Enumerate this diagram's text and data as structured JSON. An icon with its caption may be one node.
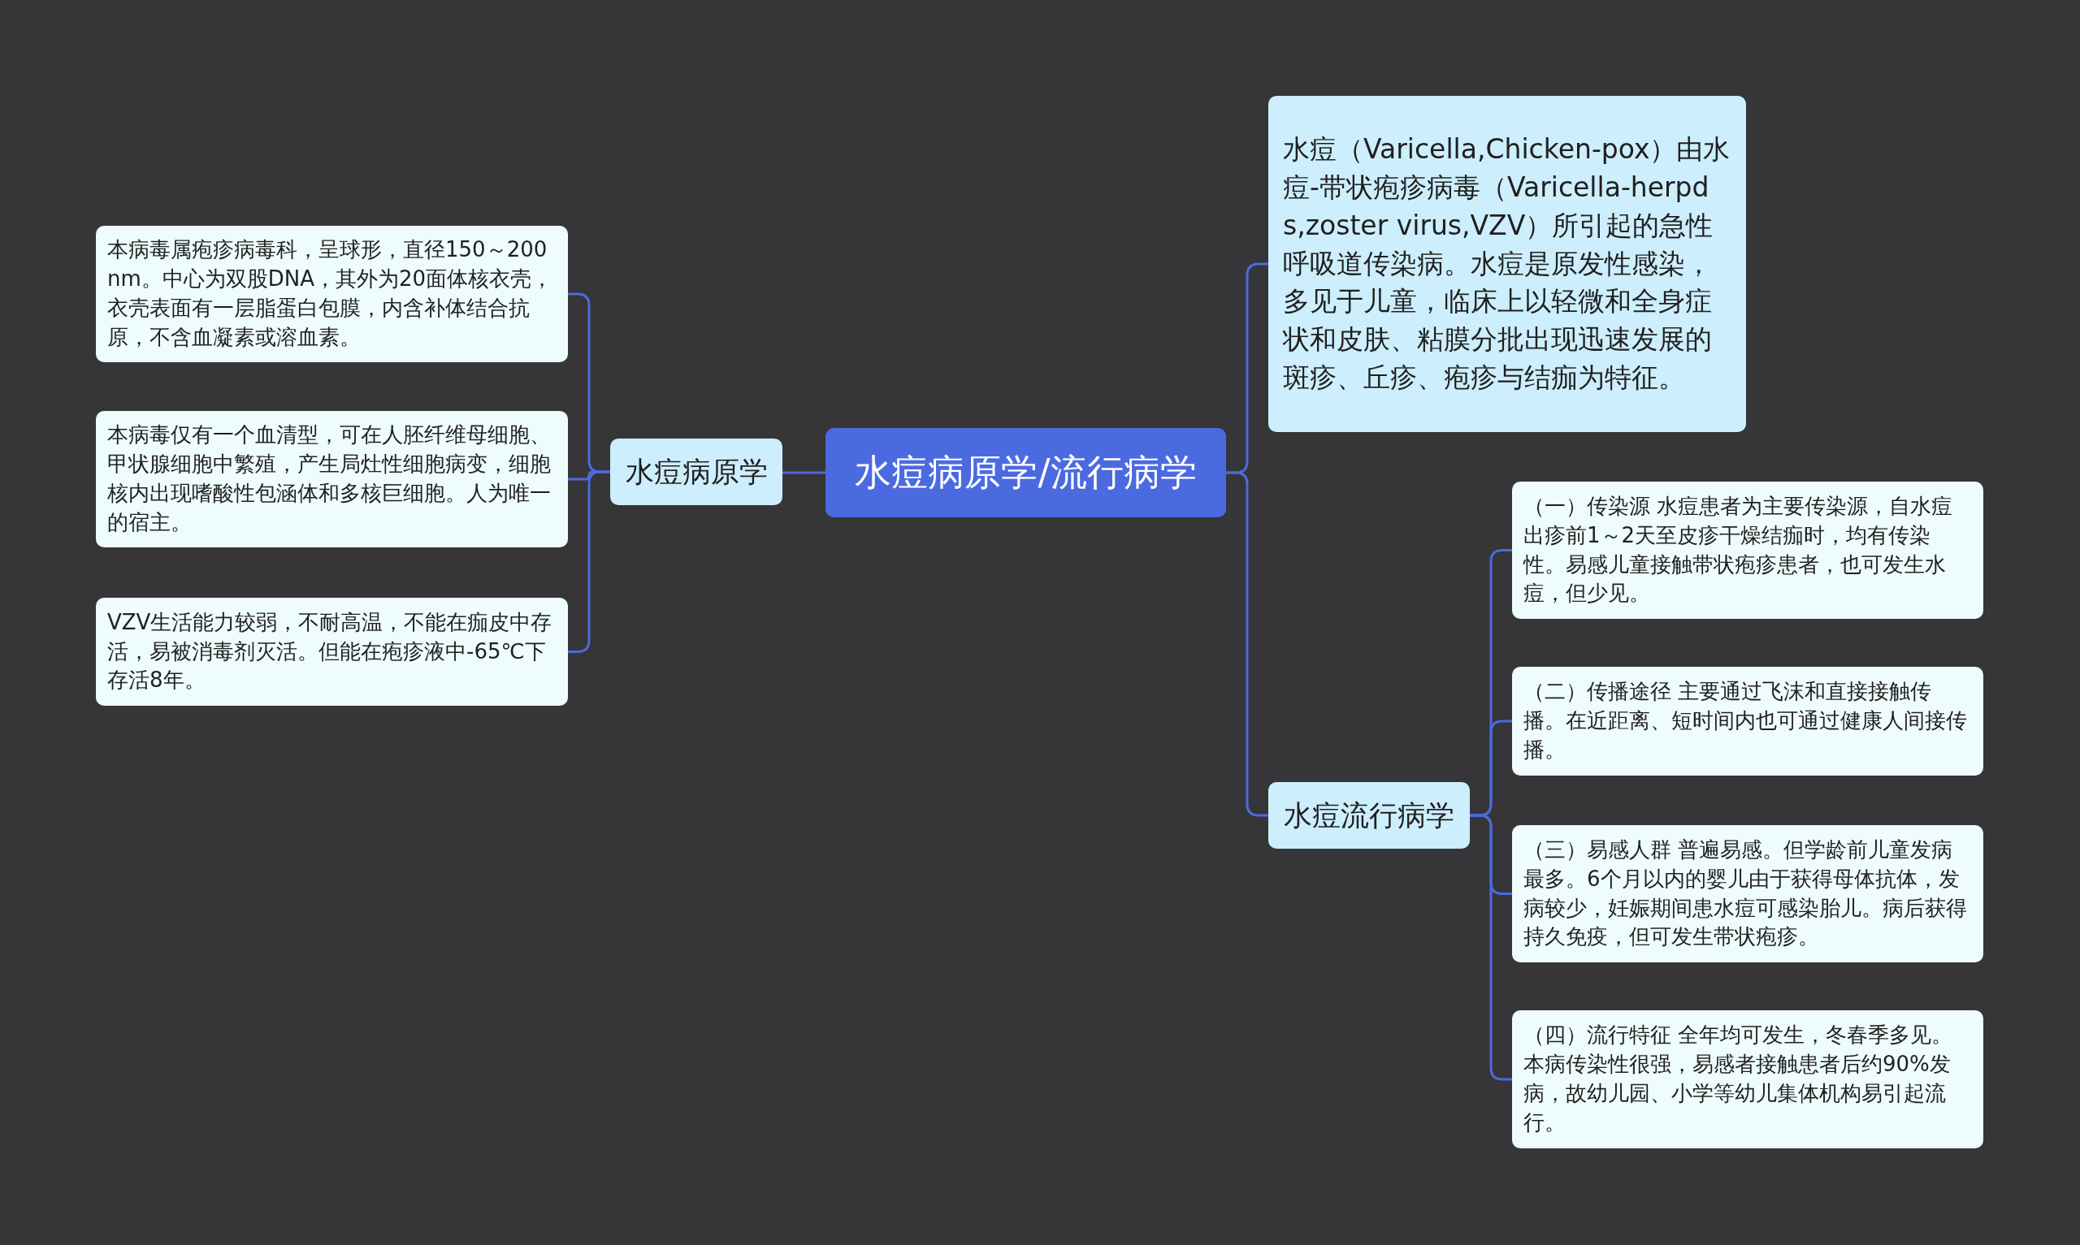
{
  "diagram": {
    "nodes": [
      {
        "text": [
          "水痘病原学/流行病学"
        ]
      },
      {
        "text": [
          "水痘病原学"
        ]
      },
      {
        "text": [
          "本病毒属疱疹病毒科，呈球形，直径150～200nm。中心为双股DNA，其外为20面体核衣壳，衣壳表面有一层脂蛋白包膜，内含补体结合抗原，不含血凝素或溶血素。"
        ]
      },
      {
        "text": [
          "本病毒仅有一个血清型，可在人胚纤维母细胞、甲状腺细胞中繁殖，产生局灶性细胞病变，细胞核内出现嗜酸性包涵体和多核巨细胞。人为唯一的宿主。"
        ]
      },
      {
        "text": [
          "VZV生活能力较弱，不耐高温，不能在痂皮中存活，易被消毒剂灭活。但能在疱疹液中-65℃下存活8年。"
        ]
      },
      {
        "text": [
          "水痘（Varicella,Chicken-pox）由水痘-带状疱疹病毒（Varicella-herpds,zoster virus,VZV）所引起的急性呼吸道传染病。水痘是原发性感染，多见于儿童，临床上以轻微和全身症状和皮肤、粘膜分批出现迅速发展的斑疹、丘疹、疱疹与结痂为特征。"
        ]
      },
      {
        "text": [
          "水痘流行病学"
        ]
      },
      {
        "text": [
          "（一）传染源 水痘患者为主要传染源，自水痘出疹前1～2天至皮疹干燥结痂时，均有传染性。易感儿童接触带状疱疹患者，也可发生水痘，但少见。"
        ]
      },
      {
        "text": [
          "（二）传播途径 主要通过飞沫和直接接触传播。在近距离、短时间内也可通过健康人间接传播。"
        ]
      },
      {
        "text": [
          "（三）易感人群 普遍易感。但学龄前儿童发病最多。6个月以内的婴儿由于获得母体抗体，发病较少，妊娠期间患水痘可感染胎儿。病后获得持久免疫，但可发生带状疱疹。"
        ]
      },
      {
        "text": [
          "（四）流行特征 全年均可发生，冬春季多见。本病传染性很强，易感者接触患者后约90%发病，故幼儿园、小学等幼儿集体机构易引起流行。"
        ]
      }
    ],
    "edges": [
      {
        "from": 0,
        "to": 1,
        "arrow": "none"
      },
      {
        "from": 1,
        "to": 2,
        "arrow": "none"
      },
      {
        "from": 1,
        "to": 3,
        "arrow": "none"
      },
      {
        "from": 1,
        "to": 4,
        "arrow": "none"
      },
      {
        "from": 0,
        "to": 5,
        "arrow": "none"
      },
      {
        "from": 0,
        "to": 6,
        "arrow": "none"
      },
      {
        "from": 6,
        "to": 7,
        "arrow": "none"
      },
      {
        "from": 6,
        "to": 8,
        "arrow": "none"
      },
      {
        "from": 6,
        "to": 9,
        "arrow": "none"
      },
      {
        "from": 6,
        "to": 10,
        "arrow": "none"
      }
    ]
  }
}
